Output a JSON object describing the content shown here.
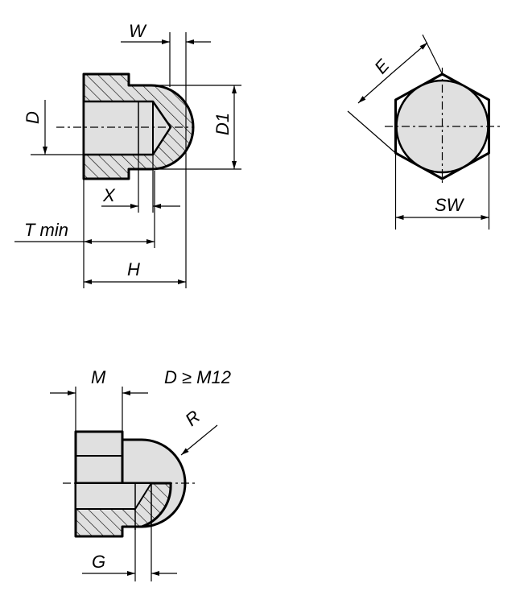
{
  "colors": {
    "line": "#000000",
    "fill": "#e0e0e0",
    "background": "#ffffff"
  },
  "labels": {
    "w": "W",
    "d": "D",
    "d1": "D1",
    "x": "X",
    "t_min": "T min",
    "h": "H",
    "e": "E",
    "sw": "SW",
    "m": "M",
    "d_ge_m12": "D ≥ M12",
    "r": "R",
    "g": "G"
  }
}
